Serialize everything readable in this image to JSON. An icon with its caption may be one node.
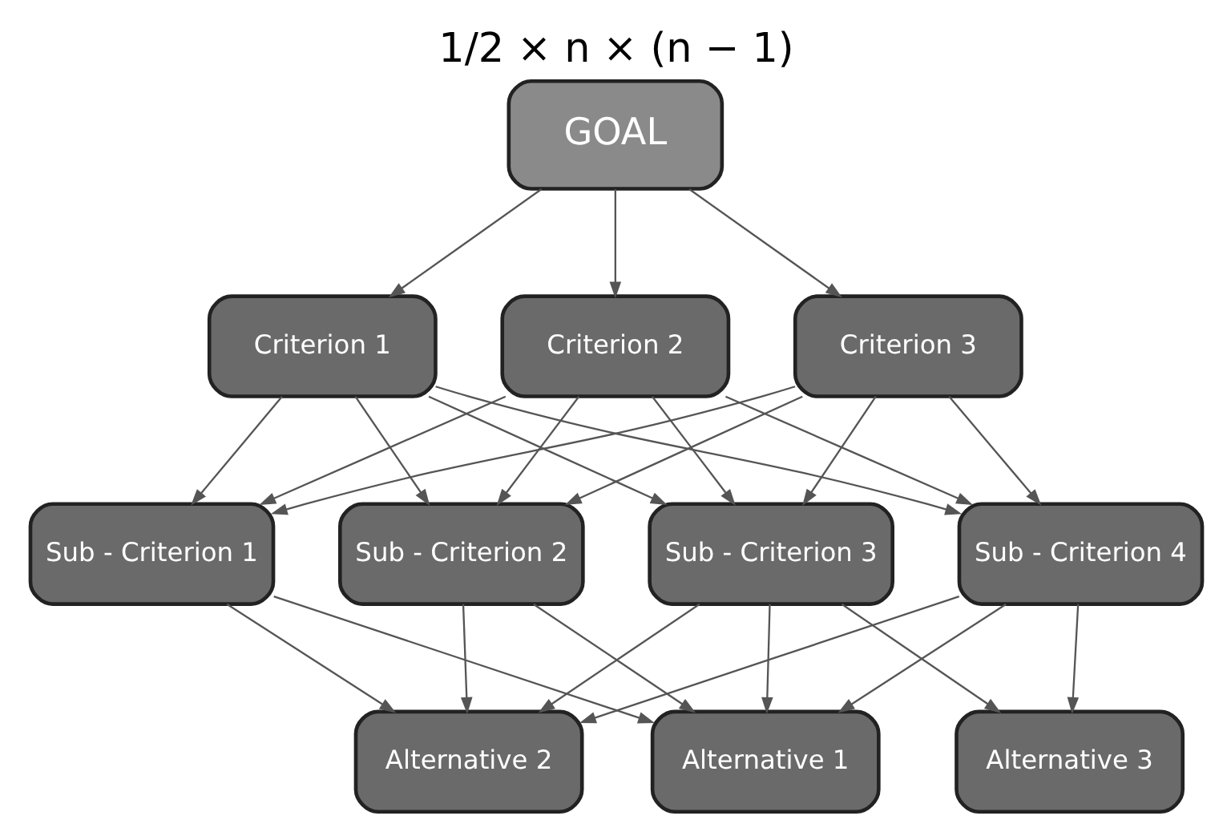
{
  "diagram": {
    "title": "1/2 × n × (n − 1)",
    "nodes": [
      {
        "text": [
          "GOAL"
        ]
      },
      {
        "text": [
          "Criterion 1"
        ]
      },
      {
        "text": [
          "Criterion 2"
        ]
      },
      {
        "text": [
          "Criterion 3"
        ]
      },
      {
        "text": [
          "Sub - Criterion 1"
        ]
      },
      {
        "text": [
          "Sub - Criterion 2"
        ]
      },
      {
        "text": [
          "Sub - Criterion 3"
        ]
      },
      {
        "text": [
          "Sub - Criterion 4"
        ]
      },
      {
        "text": [
          "Alternative 1"
        ]
      },
      {
        "text": [
          "Alternative 2"
        ]
      },
      {
        "text": [
          "Alternative 3"
        ]
      }
    ],
    "edges": [
      {
        "from": 0,
        "to": 1,
        "arrow": "to"
      },
      {
        "from": 0,
        "to": 2,
        "arrow": "to"
      },
      {
        "from": 0,
        "to": 3,
        "arrow": "to"
      },
      {
        "from": 1,
        "to": 4,
        "arrow": "to"
      },
      {
        "from": 1,
        "to": 5,
        "arrow": "to"
      },
      {
        "from": 1,
        "to": 6,
        "arrow": "to"
      },
      {
        "from": 1,
        "to": 7,
        "arrow": "to"
      },
      {
        "from": 2,
        "to": 4,
        "arrow": "to"
      },
      {
        "from": 2,
        "to": 5,
        "arrow": "to"
      },
      {
        "from": 2,
        "to": 6,
        "arrow": "to"
      },
      {
        "from": 2,
        "to": 7,
        "arrow": "to"
      },
      {
        "from": 3,
        "to": 4,
        "arrow": "to"
      },
      {
        "from": 3,
        "to": 5,
        "arrow": "to"
      },
      {
        "from": 3,
        "to": 6,
        "arrow": "to"
      },
      {
        "from": 3,
        "to": 7,
        "arrow": "to"
      },
      {
        "from": 4,
        "to": 8,
        "arrow": "to"
      },
      {
        "from": 4,
        "to": 9,
        "arrow": "to"
      },
      {
        "from": 5,
        "to": 8,
        "arrow": "to"
      },
      {
        "from": 5,
        "to": 9,
        "arrow": "to"
      },
      {
        "from": 6,
        "to": 8,
        "arrow": "to"
      },
      {
        "from": 6,
        "to": 9,
        "arrow": "to"
      },
      {
        "from": 6,
        "to": 10,
        "arrow": "to"
      },
      {
        "from": 7,
        "to": 8,
        "arrow": "to"
      },
      {
        "from": 7,
        "to": 9,
        "arrow": "to"
      },
      {
        "from": 7,
        "to": 10,
        "arrow": "to"
      }
    ]
  }
}
